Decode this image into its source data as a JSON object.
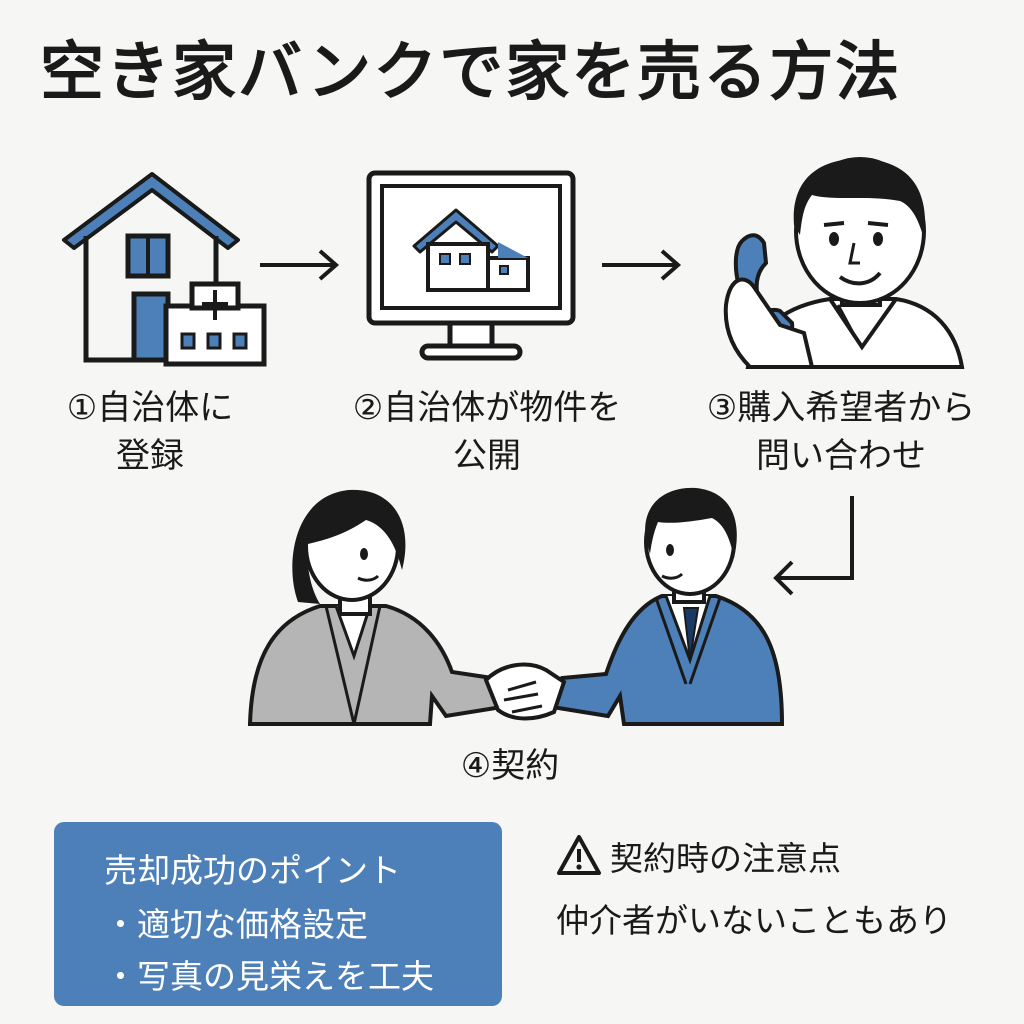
{
  "title": "空き家バンクで家を売る方法",
  "steps": [
    {
      "line1": "①自治体に",
      "line2": "登録"
    },
    {
      "line1": "②自治体が物件を",
      "line2": "公開"
    },
    {
      "line1": "③購入希望者から",
      "line2": "問い合わせ"
    },
    {
      "line1": "④契約",
      "line2": ""
    }
  ],
  "tips": {
    "heading": "売却成功のポイント",
    "items": [
      "・適切な価格設定",
      "・写真の見栄えを工夫"
    ]
  },
  "caution": {
    "heading": "契約時の注意点",
    "text": "仲介者がいないこともあり",
    "icon": "warning-icon"
  },
  "colors": {
    "accent": "#4d80b8",
    "ink": "#1a1a1a",
    "gray_suit": "#b5b5b5"
  }
}
